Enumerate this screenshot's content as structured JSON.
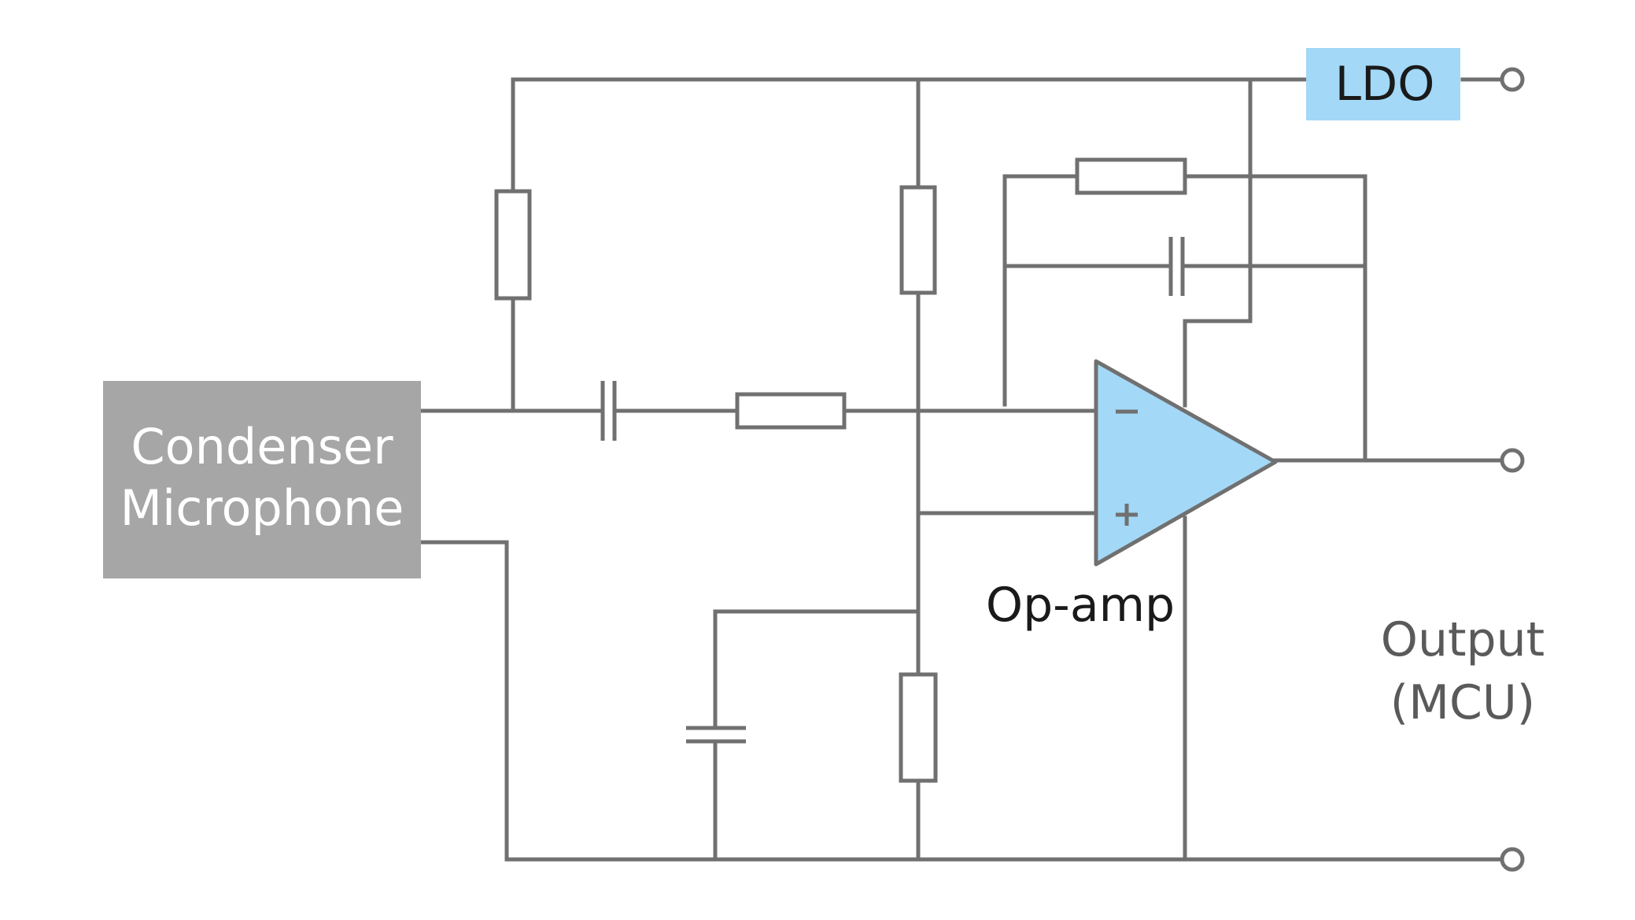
{
  "diagram": {
    "mic_label_line1": "Condenser",
    "mic_label_line2": "Microphone",
    "ldo_label": "LDO",
    "opamp_label": "Op-amp",
    "output_label_line1": "Output",
    "output_label_line2": "(MCU)",
    "colors": {
      "wire": "#707070",
      "mic_fill": "#a6a6a6",
      "accent_fill": "#a3d8f7"
    }
  }
}
